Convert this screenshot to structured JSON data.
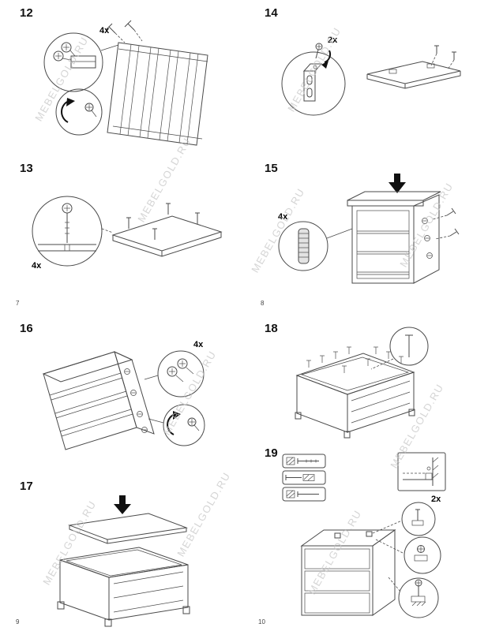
{
  "page": {
    "watermark": "MEBELGOLD.RU",
    "page_numbers": {
      "q1": "7",
      "q2": "8",
      "q3": "9",
      "q4": "10"
    }
  },
  "steps": {
    "s12": {
      "number": "12",
      "qty": "4x"
    },
    "s13": {
      "number": "13",
      "qty": "4x"
    },
    "s14": {
      "number": "14",
      "qty": "2x"
    },
    "s15": {
      "number": "15",
      "qty": "4x"
    },
    "s16": {
      "number": "16",
      "qty": "4x"
    },
    "s17": {
      "number": "17"
    },
    "s18": {
      "number": "18"
    },
    "s19": {
      "number": "19",
      "qty": "2x"
    }
  },
  "colors": {
    "line": "#4a4a4a",
    "arrow": "#111111",
    "watermark": "#c8c8c8"
  }
}
